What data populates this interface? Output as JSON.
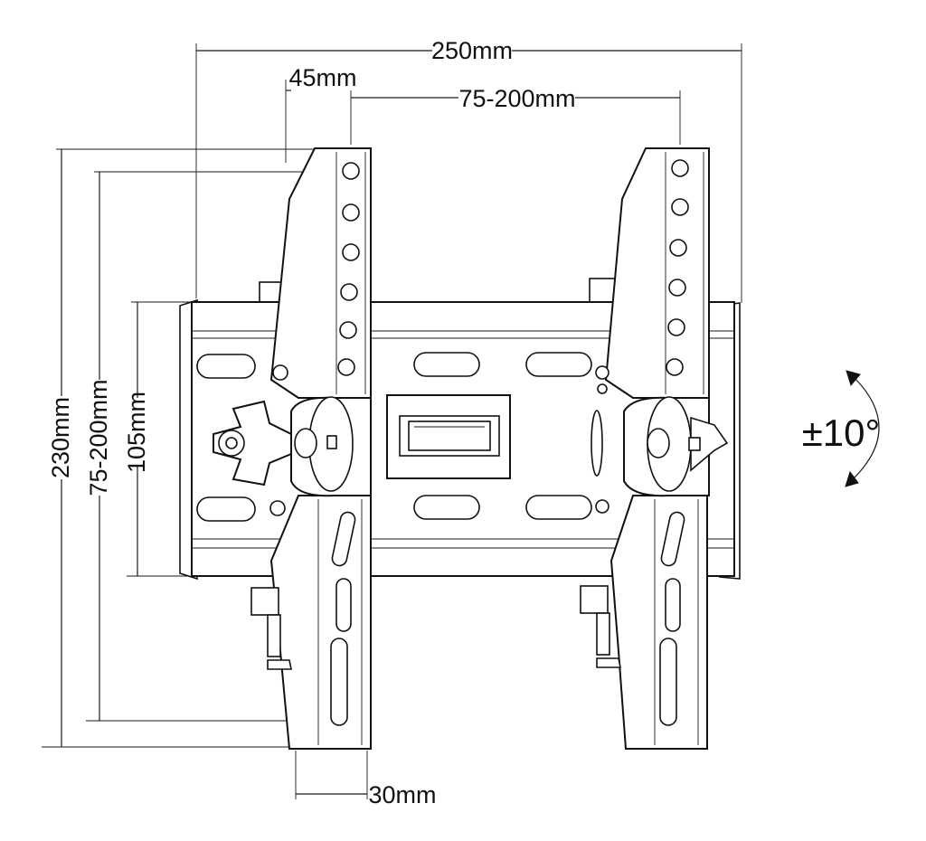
{
  "dimensions": {
    "overall_width": "250mm",
    "arm_offset": "45mm",
    "horizontal_vesa": "75-200mm",
    "overall_height": "230mm",
    "vertical_vesa": "75-200mm",
    "plate_height": "105mm",
    "arm_width": "30mm"
  },
  "tilt": "±10°"
}
